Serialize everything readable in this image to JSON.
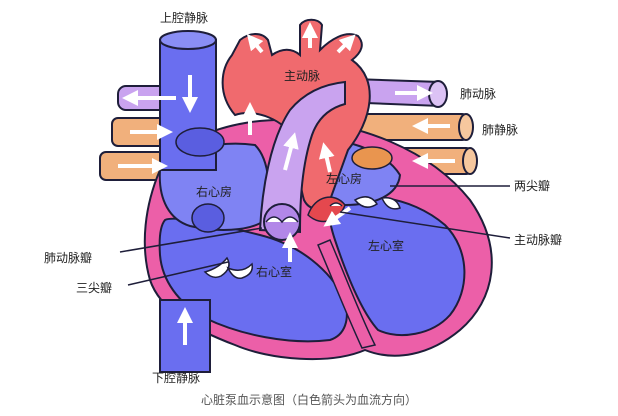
{
  "labels": {
    "superior_vena_cava": "上腔静脉",
    "aorta": "主动脉",
    "pulmonary_artery": "肺动脉",
    "pulmonary_vein": "肺静脉",
    "left_atrium": "左心房",
    "right_atrium": "右心房",
    "mitral_valve": "两尖瓣",
    "aortic_valve": "主动脉瓣",
    "pulmonary_valve": "肺动脉瓣",
    "tricuspid_valve": "三尖瓣",
    "right_ventricle": "右心室",
    "left_ventricle": "左心室",
    "inferior_vena_cava": "下腔静脉"
  },
  "caption": "心脏泵血示意图（白色箭头为血流方向）",
  "colors": {
    "vein_blue": "#6a6ef0",
    "aorta_red": "#f06a6e",
    "pulmonary_lilac": "#c9a3ef",
    "pulmonary_vein_orange": "#f1b07c",
    "heart_wall_pink": "#ec5fa8",
    "arrow": "#ffffff",
    "outline": "#1e1e3a"
  }
}
